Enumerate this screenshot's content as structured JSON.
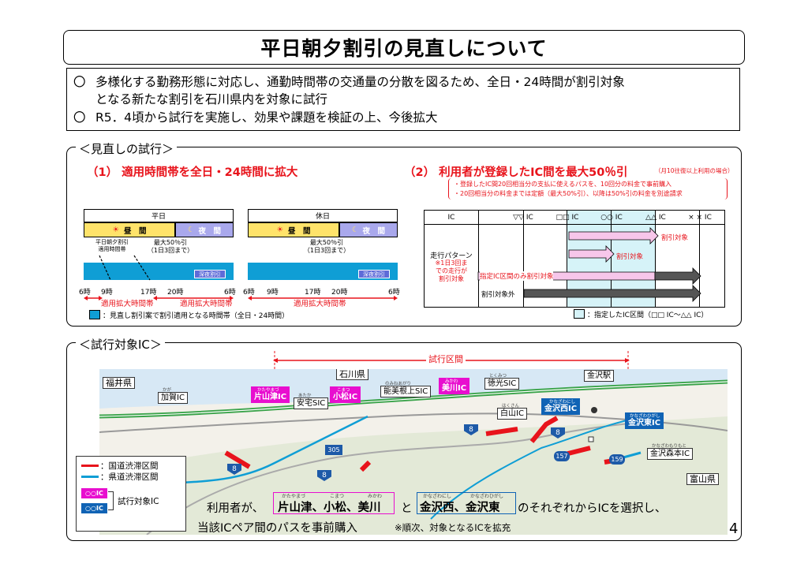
{
  "title": "平日朝夕割引の見直しについて",
  "summary": {
    "bullet": "〇",
    "line1": "多様化する勤務形態に対応し、通勤時間帯の交通量の分散を図るため、全日・24時間が割引対象",
    "line2": "となる新たな割引を石川県内を対象に試行",
    "line3": "R5．4頃から試行を実施し、効果や課題を検証の上、今後拡大"
  },
  "trial": {
    "label": "＜見直しの試行＞",
    "section1": "（1） 適用時間帯を全日・24時間に拡大",
    "section2": "（2） 利用者が登録したIC間を最大50％引",
    "section2_note": "（月10往復以上利用の場合）",
    "notes": [
      "・登録したIC間20回相当分の支払に使えるパスを、10回分の料金で事前購入",
      "・20回相当分の料金までは定額（最大50%引）、以降は50%引の料金を別途請求"
    ],
    "weekday": {
      "header": "平日",
      "day": "昼　間",
      "night": "夜　間",
      "note_left": "平日朝夕割引\n適用時間帯",
      "note_center": "最大50％引\n（1日3回まで）",
      "late": "深夜割引",
      "ticks": [
        "6時",
        "9時",
        "17時",
        "20時",
        "6時"
      ],
      "expand1": "適用拡大時間帯",
      "expand2": "適用拡大時間帯"
    },
    "holiday": {
      "header": "休日",
      "day": "昼　間",
      "night": "夜　間",
      "note_center": "最大50％引\n（1日3回まで）",
      "late": "深夜割引",
      "ticks": [
        "6時",
        "9時",
        "17時",
        "20時",
        "6時"
      ],
      "expand": "適用拡大時間帯"
    },
    "legend_left": "：見直し割引案で割引適用となる時間帯（全日・24時間）",
    "ic_table": {
      "head": [
        "IC",
        "▽▽ IC",
        "□□ IC",
        "○○ IC",
        "△△ IC",
        "× × IC"
      ],
      "row_label": "走行パターン",
      "row_note": "※1日3回ま\nでの走行が\n割引対象",
      "arrow_label1": "割引対象",
      "arrow_label2": "割引対象",
      "arrow_label3": "指定IC区間のみ割引対象",
      "arrow_label4": "割引対象外"
    },
    "legend_right": "：指定したIC区間（□□ IC～△△ IC）"
  },
  "target": {
    "label": "＜試行対象IC＞",
    "trial_section": "試行区間",
    "pref_fukui": "福井県",
    "pref_ishikawa": "石川県",
    "pref_toyama": "富山県",
    "ic": [
      {
        "ruby": "かが",
        "name": "加賀IC",
        "type": "plain"
      },
      {
        "ruby": "かたやまづ",
        "name": "片山津IC",
        "type": "pink"
      },
      {
        "ruby": "あたか",
        "name": "安宅SIC",
        "type": "plain"
      },
      {
        "ruby": "こまつ",
        "name": "小松IC",
        "type": "pink"
      },
      {
        "ruby": "のみねあがり",
        "name": "能美根上SIC",
        "type": "plain"
      },
      {
        "ruby": "みかわ",
        "name": "美川IC",
        "type": "pink"
      },
      {
        "ruby": "とくみつ",
        "name": "徳光SIC",
        "type": "plain"
      },
      {
        "ruby": "はくさん",
        "name": "白山IC",
        "type": "plain"
      },
      {
        "ruby": "かなざわにし",
        "name": "金沢西IC",
        "type": "blue"
      },
      {
        "ruby": "",
        "name": "金沢駅",
        "type": "plain"
      },
      {
        "ruby": "かなざわひがし",
        "name": "金沢東IC",
        "type": "blue"
      },
      {
        "ruby": "かなざわもりもと",
        "name": "金沢森本IC",
        "type": "plain"
      }
    ],
    "routes": [
      "8",
      "8",
      "8",
      "8",
      "305",
      "157",
      "159"
    ],
    "legend": {
      "national": "：国道渋滞区間",
      "prefectural": "：県道渋滞区間",
      "pink": "○○IC",
      "blue": "○○IC",
      "target": "試行対象IC"
    },
    "sentence1_pre": "利用者が、",
    "sentence1_pink": "片山津、小松、美川",
    "sentence1_and": "と",
    "sentence1_blue": "金沢西、金沢東",
    "sentence1_post": "のそれぞれからICを選択し、",
    "ruby_pink": [
      "かたやまづ",
      "こまつ",
      "みかわ"
    ],
    "ruby_blue": [
      "かなざわにし",
      "かなざわひがし"
    ],
    "sentence2": "当該ICペア間のパスを事前購入",
    "sentence2_note": "※順次、対象となるICを拡充"
  },
  "page_number": "4",
  "colors": {
    "red": "#e8131b",
    "blue": "#0f9ed5",
    "pink": "#e80ecf",
    "navy": "#1063b5",
    "day": "#ffe36a",
    "night": "#a9a8ec",
    "zone": "#d6f3f8"
  }
}
